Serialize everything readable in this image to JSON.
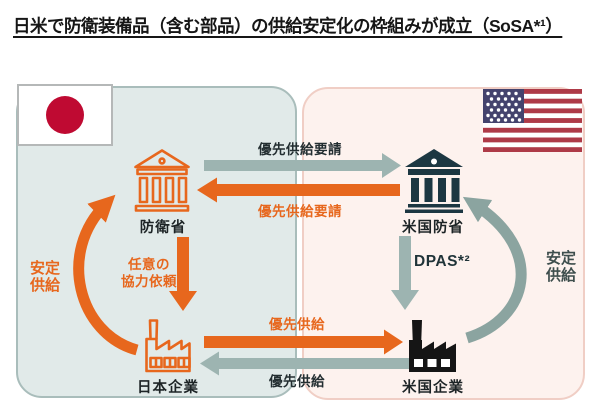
{
  "title": "日米で防衛装備品（含む部品）の供給安定化の枠組みが成立（SoSA*¹）",
  "panels": {
    "japan": {
      "flag": "japan-flag",
      "ministry_label": "防衛省",
      "company_label": "日本企業"
    },
    "us": {
      "flag": "us-flag",
      "ministry_label": "米国防省",
      "company_label": "米国企業"
    }
  },
  "labels": {
    "request_jp_to_us": "優先供給要請",
    "request_us_to_jp": "優先供給要請",
    "supply_jp_to_us": "優先供給",
    "supply_us_to_jp": "優先供給",
    "jp_cooperation": [
      "任意の",
      "協力依頼"
    ],
    "us_dpas": "DPAS*²",
    "jp_stable_supply": [
      "安定",
      "供給"
    ],
    "us_stable_supply": [
      "安定",
      "供給"
    ]
  },
  "colors": {
    "orange": "#e7671d",
    "teal_arrow": "#9db4b1",
    "teal_arc": "#8ba4a0",
    "ink": "#232e31",
    "us_building": "#1c3742",
    "company_black": "#151515",
    "japan_panel_bg": "#e1eae9",
    "japan_panel_border": "#a9bdbb",
    "us_panel_bg": "#fdf2ee",
    "us_panel_border": "#f0cec5",
    "japan_flag_red": "#bf0a32",
    "us_flag_red": "#ae3a47",
    "us_flag_blue": "#44436d"
  }
}
